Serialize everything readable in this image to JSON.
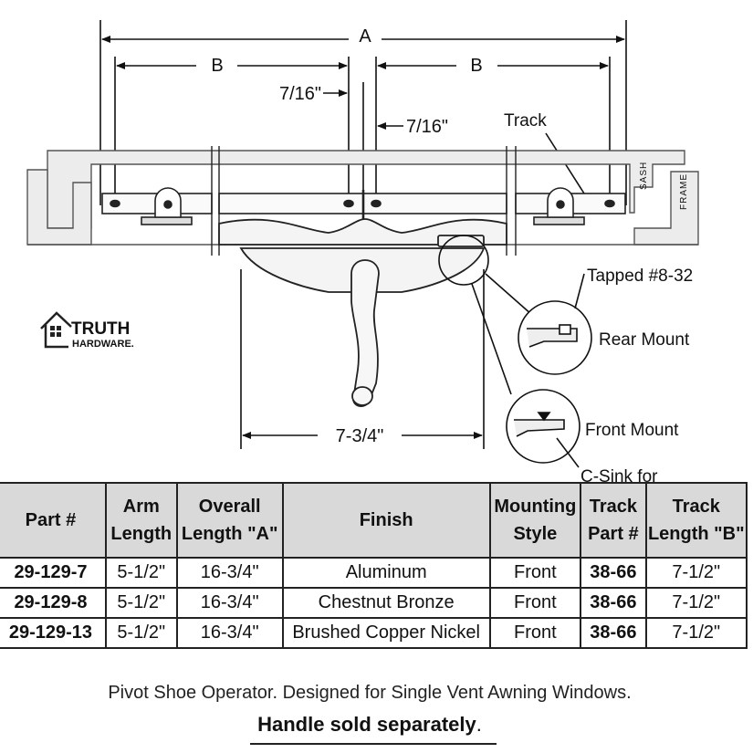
{
  "diagram": {
    "dimension_a": "A",
    "dimension_b": "B",
    "offset_left": "7/16\"",
    "offset_right": "7/16\"",
    "track_label": "Track",
    "sash_label": "SASH",
    "frame_label": "FRAME",
    "tapped_label": "Tapped #8-32",
    "rear_mount_label": "Rear Mount",
    "front_mount_label": "Front Mount",
    "csink_label": "C-Sink for",
    "width_label": "7-3/4\""
  },
  "logo": {
    "name": "TRUTH",
    "sub": "HARDWARE."
  },
  "table": {
    "headers": [
      [
        "Part #"
      ],
      [
        "Arm",
        "Length"
      ],
      [
        "Overall",
        "Length \"A\""
      ],
      [
        "Finish"
      ],
      [
        "Mounting",
        "Style"
      ],
      [
        "Track",
        "Part #"
      ],
      [
        "Track",
        "Length \"B\""
      ]
    ],
    "rows": [
      [
        "29-129-7",
        "5-1/2\"",
        "16-3/4\"",
        "Aluminum",
        "Front",
        "38-66",
        "7-1/2\""
      ],
      [
        "29-129-8",
        "5-1/2\"",
        "16-3/4\"",
        "Chestnut Bronze",
        "Front",
        "38-66",
        "7-1/2\""
      ],
      [
        "29-129-13",
        "5-1/2\"",
        "16-3/4\"",
        "Brushed Copper Nickel",
        "Front",
        "38-66",
        "7-1/2\""
      ]
    ]
  },
  "caption": {
    "line1": "Pivot Shoe Operator. Designed for Single Vent Awning Windows.",
    "line2": "Handle sold separately",
    "line2_end": "."
  }
}
